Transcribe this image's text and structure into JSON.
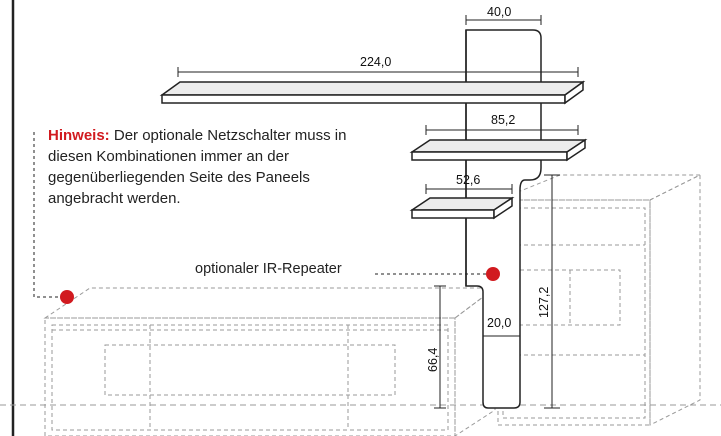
{
  "note": {
    "prefix": "Hinweis:",
    "text": " Der optionale Netzschalter muss in diesen Kombinationen immer an der gegenüberliegenden Seite des Paneels angebracht werden."
  },
  "ir_label": "optionaler IR-Repeater",
  "dimensions": {
    "panel_width": "40,0",
    "shelf_top": "224,0",
    "shelf_mid": "85,2",
    "shelf_low": "52,6",
    "panel_height": "127,2",
    "foot_width": "20,0",
    "lowboard_height": "66,4"
  },
  "colors": {
    "accent": "#d11a1f",
    "line": "#222222",
    "dashed": "#9a9a9a",
    "shelf_fill": "#ececec"
  }
}
